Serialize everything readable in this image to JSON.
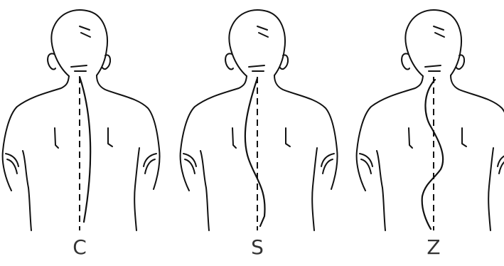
{
  "figures": [
    {
      "label": "C"
    },
    {
      "label": "S"
    },
    {
      "label": "Z"
    }
  ]
}
